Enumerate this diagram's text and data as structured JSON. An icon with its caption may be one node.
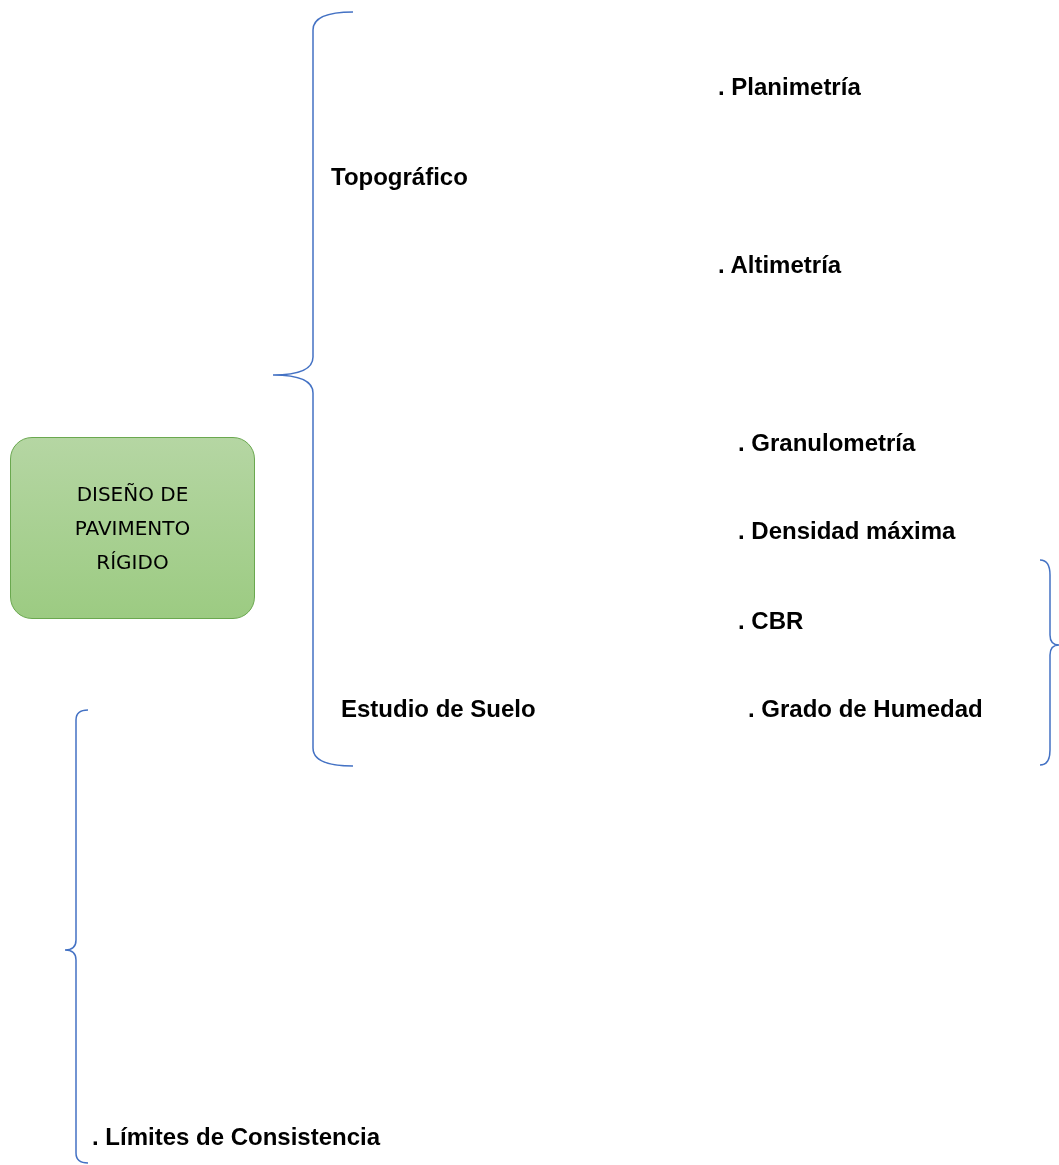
{
  "diagram": {
    "nodes": [
      {
        "text": [
          "DISEÑO DE PAVIMENTO RÍGIDO"
        ]
      }
    ],
    "labels": [
      ". Planimetría",
      "Topográfico",
      ". Altimetría",
      ". Granulometría",
      ". Densidad máxima",
      ". CBR",
      "Estudio de Suelo",
      ". Grado de Humedad",
      ". Límites de Consistencia"
    ]
  }
}
